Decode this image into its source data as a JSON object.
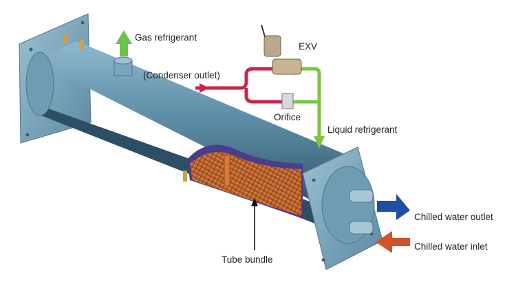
{
  "labels": {
    "gas_refrigerant": "Gas refrigerant",
    "exv": "EXV",
    "condenser_outlet": "(Condenser outlet)",
    "orifice": "Orifice",
    "liquid_refrigerant": "Liquid refrigerant",
    "chilled_water_outlet": "Chilled water outlet",
    "chilled_water_inlet": "Chilled water inlet",
    "tube_bundle": "Tube bundle"
  },
  "colors": {
    "shell": "#5f8fa8",
    "plate": "#7ea6bb",
    "gas_arrow": "#6cc24a",
    "liquid_line": "#7cc443",
    "condenser_line": "#c8264a",
    "chilled_outlet_arrow": "#1f4fa3",
    "chilled_inlet_arrow": "#d0532a",
    "tubes": "#c8692e"
  }
}
